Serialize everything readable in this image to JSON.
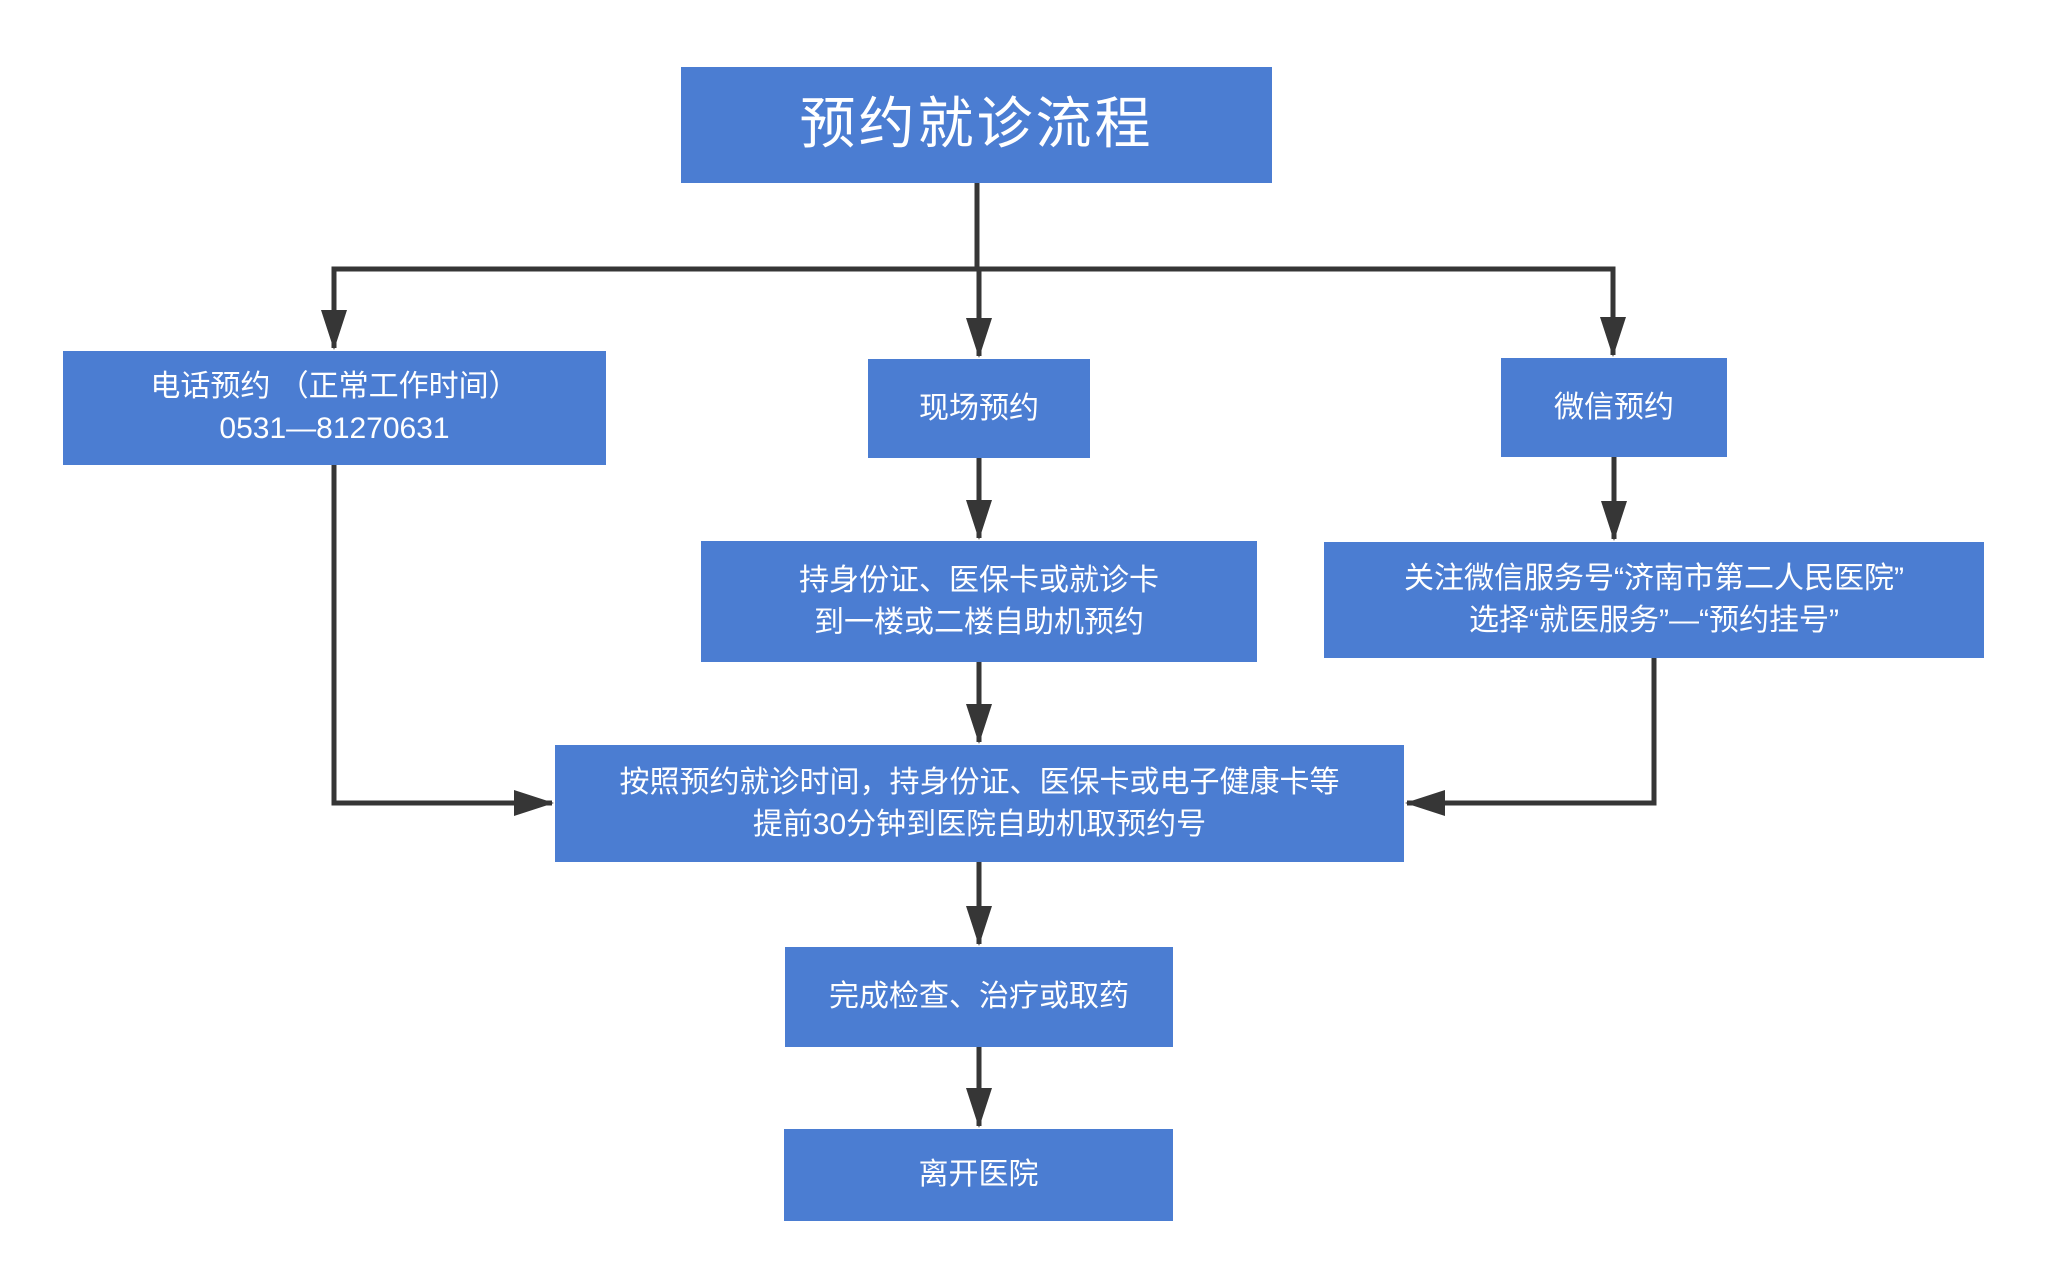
{
  "diagram": {
    "title": "预约就诊流程",
    "colors": {
      "box_fill": "#4b7dd2",
      "box_text": "#ffffff",
      "connector_color": "#363636",
      "background": "#ffffff"
    },
    "nodes": {
      "phone": {
        "line1": "电话预约 （正常工作时间）",
        "line2": "0531—81270631"
      },
      "onsite": {
        "label": "现场预约"
      },
      "wechat": {
        "label": "微信预约"
      },
      "self_machine": {
        "line1": "持身份证、医保卡或就诊卡",
        "line2": "到一楼或二楼自助机预约"
      },
      "follow_account": {
        "line1": "关注微信服务号“济南市第二人民医院”",
        "line2": "选择“就医服务”—“预约挂号”"
      },
      "take_number": {
        "line1": "按照预约就诊时间，持身份证、医保卡或电子健康卡等",
        "line2": "提前30分钟到医院自助机取预约号"
      },
      "complete": {
        "label": "完成检查、治疗或取药"
      },
      "leave": {
        "label": "离开医院"
      }
    },
    "edges": [
      {
        "from": "title",
        "to": "phone"
      },
      {
        "from": "title",
        "to": "onsite"
      },
      {
        "from": "title",
        "to": "wechat"
      },
      {
        "from": "onsite",
        "to": "self_machine"
      },
      {
        "from": "wechat",
        "to": "follow_account"
      },
      {
        "from": "phone",
        "to": "take_number"
      },
      {
        "from": "self_machine",
        "to": "take_number"
      },
      {
        "from": "follow_account",
        "to": "take_number"
      },
      {
        "from": "take_number",
        "to": "complete"
      },
      {
        "from": "complete",
        "to": "leave"
      }
    ]
  }
}
